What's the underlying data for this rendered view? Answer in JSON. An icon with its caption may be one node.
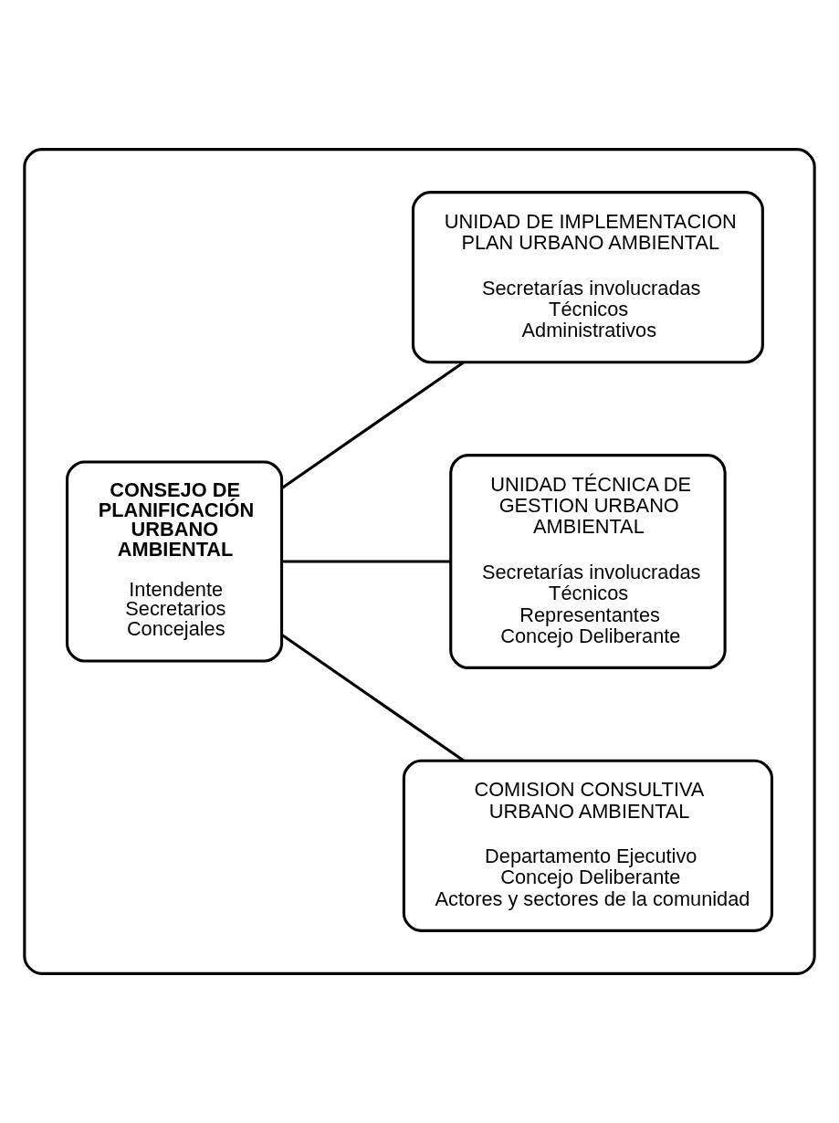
{
  "diagram": {
    "nodes": [
      {
        "text": [],
        "shape": "box"
      },
      {
        "text": [
          "CONSEJO DE PLANIFICACIÓN URBANO AMBIENTAL",
          "Intendente",
          "Secretarios",
          "Concejales"
        ],
        "in": 0
      },
      {
        "text": [
          "UNIDAD DE IMPLEMENTACION PLAN URBANO AMBIENTAL",
          "Secretarías involucradas",
          "Técnicos",
          "Administrativos"
        ],
        "in": 0
      },
      {
        "text": [
          "UNIDAD TÉCNICA DE GESTION URBANO AMBIENTAL",
          "Secretarías involucradas",
          "Técnicos",
          "Representantes",
          "Concejo Deliberante"
        ],
        "in": 0
      },
      {
        "text": [
          "COMISION CONSULTIVA URBANO AMBIENTAL",
          "Departamento Ejecutivo",
          "Concejo Deliberante",
          "Actores y sectores de la comunidad"
        ],
        "in": 0
      }
    ],
    "edges": [
      {
        "from": 1,
        "to": 2,
        "arrow": "none"
      },
      {
        "from": 1,
        "to": 3,
        "arrow": "none"
      },
      {
        "from": 1,
        "to": 4,
        "arrow": "none"
      }
    ]
  }
}
